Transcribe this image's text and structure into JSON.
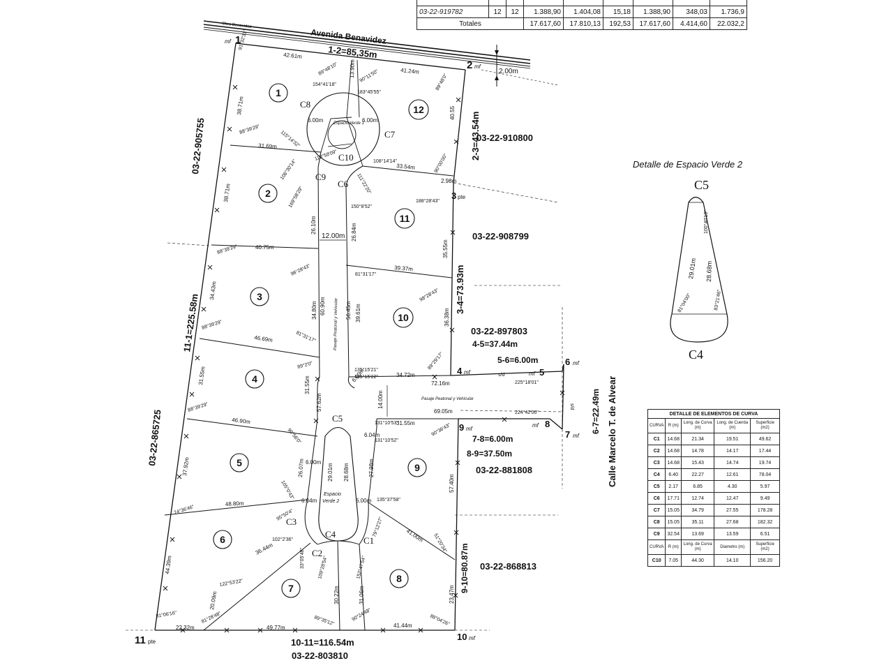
{
  "top_table": {
    "rows": [
      {
        "id": "03-22-919782",
        "a": "12",
        "b": "12",
        "c": "1.388,90",
        "d": "1.404,08",
        "e": "15,18",
        "f": "1.388,90",
        "g": "348,03",
        "h": "1.736,9"
      }
    ],
    "totals": {
      "label": "Totales",
      "c": "17.617,60",
      "d": "17.810,13",
      "e": "192,53",
      "f": "17.617,60",
      "g": "4.414,60",
      "h": "22.032,2"
    }
  },
  "streets": {
    "top_small": "Otea Benavidez",
    "top": "Avenida Benavidez",
    "right": "Calle Marcelo T. de Alvear"
  },
  "measures": {
    "m12": "1-2=85,35m",
    "m23": "2-3=43.54m",
    "m34": "3-4=73.93m",
    "m45": "4-5=37.44m",
    "m56": "5-6=6.00m",
    "m67": "6-7=22.49m",
    "m78": "7-8=6.00m",
    "m89": "8-9=37.50m",
    "m910": "9-10=80.87m",
    "m1011": "10-11=116.54m",
    "m111": "11-1=225.58m",
    "offset": "2.00m"
  },
  "points": {
    "p1": "1",
    "p1s": "mf",
    "p2": "2",
    "p2s": "mf",
    "p3": "3",
    "p3s": "pte",
    "p4": "4",
    "p4s": "mf",
    "p5": "5",
    "p5s": "mf",
    "p6": "6",
    "p6s": "mf",
    "p7": "7",
    "p7s": "mf",
    "p8": "8",
    "p8s": "mf",
    "p9": "9",
    "p9s": "mf",
    "p10": "10",
    "p10s": "mf",
    "p11": "11",
    "p11s": "pte"
  },
  "parcels": {
    "pa_910800": "03-22-910800",
    "pa_908799": "03-22-908799",
    "pa_897803": "03-22-897803",
    "pa_881808": "03-22-881808",
    "pa_868813": "03-22-868813",
    "pa_803810": "03-22-803810",
    "pa_905755": "03-22-905755",
    "pa_865725": "03-22-865725"
  },
  "lots": [
    "1",
    "2",
    "3",
    "4",
    "5",
    "6",
    "7",
    "8",
    "9",
    "10",
    "11",
    "12"
  ],
  "curve_labels": {
    "c1": "C1",
    "c2": "C2",
    "c3": "C3",
    "c4": "C4",
    "c5": "C5",
    "c6": "C6",
    "c7": "C7",
    "c8": "C8",
    "c9": "C9",
    "c10": "C10"
  },
  "labels": {
    "pasaje_v": "Pasaje Peatonal y Vehicular",
    "pasaje_h": "Pasaje Peatonal y Vehicular",
    "ev1": "Espacio Verde 1",
    "ev2a": "Espacio",
    "ev2b": "Verde 2",
    "sd1": "s/d",
    "sd2": "s/d",
    "detail_title": "Detalle de Espacio Verde 2",
    "w12": "12.00m",
    "w14": "14.00m"
  },
  "dims": {
    "d1": "42.61m",
    "d2": "41.24m",
    "d3": "31.69m",
    "d4": "33.54m",
    "d5": "40.75m",
    "d6": "39.37m",
    "d7": "46.69m",
    "d8": "34.72m",
    "d9": "72.16m",
    "d10": "46.90m",
    "d11": "69.05m",
    "d12": "31.55m",
    "d13": "48.80m",
    "d14": "41.00m",
    "d15": "36.44m",
    "d16": "22.32m",
    "d17": "49.77m",
    "d18": "41.44m",
    "v1": "38.71m",
    "v2": "38.71m",
    "v3": "34.43m",
    "v4": "31.55m",
    "v5": "37.92m",
    "v6": "44.39m",
    "v7": "26.10m",
    "v8": "26.84m",
    "v9": "35.55m",
    "v10": "60.90m",
    "v11": "56.45m",
    "v12": "34.80m",
    "v13": "39.61m",
    "v14": "36.38m",
    "v15": "31.55m",
    "v16": "57.62m",
    "v17": "26.07m",
    "v18": "27.98m",
    "v19": "57.40m",
    "v20": "30.22m",
    "v21": "31.06m",
    "v22": "23.47m",
    "v23": "20.09m",
    "v24": "40.55",
    "v25": "13.90m",
    "v26": "6.00m",
    "v27": "6.04m",
    "v28": "6.00m",
    "v29": "29.01m",
    "v30": "28.68m",
    "v31": "6.04m",
    "v32": "6.00m",
    "v33": "2.98m",
    "v34": "6.00m",
    "v35": "6.00m"
  },
  "angles": {
    "a1": "91°32'31\"",
    "a2": "89°48'10\"",
    "a3": "154°41'18\"",
    "a4": "90°11'50\"",
    "a5": "183°45'55\"",
    "a6": "89°48'0\"",
    "a7": "115°14'32\"",
    "a8": "108°30'14\"",
    "a9": "113°58'09\"",
    "a10": "108°14'14\"",
    "a11": "90°00'00\"",
    "a12": "111°22'20\"",
    "a13": "169°58'29\"",
    "a14": "150°8'52\"",
    "a15": "188°28'43\"",
    "a16": "88°39'29\"",
    "a17": "98°28'43\"",
    "a18": "81°31'17\"",
    "a19": "98°28'43\"",
    "a20": "88°39'29\"",
    "a21": "81°31'17\"",
    "a22": "89°2'0\"",
    "a23": "135°15'21\"",
    "a24": "135°15'22\"",
    "a25": "89°29'17\"",
    "a26": "225°18'01\"",
    "a27": "88°39'29\"",
    "a28": "90°56'0\"",
    "a29": "131°10'53\"",
    "a30": "131°10'52\"",
    "a31": "90°36'43\"",
    "a32": "224°42'00\"",
    "a33": "105°0'43\"",
    "a34": "135°37'58\"",
    "a35": "74°36'46\"",
    "a36": "95°50'4\"",
    "a37": "102°2'36\"",
    "a38": "79°12'27\"",
    "a39": "51°20'34\"",
    "a40": "109°28'54\"",
    "a41": "152°47'54\"",
    "a42": "122°53'22\"",
    "a43": "81°06'16\"",
    "a44": "81°28'48\"",
    "a45": "89°35'12\"",
    "a46": "90°24'48\"",
    "a47": "88°04'26\"",
    "a48": "88°39'29\"",
    "a49": "33°05'48\"",
    "a50": "100°40'10\"",
    "a51": "81°04'00\"",
    "a52": "83°21'46\""
  },
  "detail": {
    "c5": "C5",
    "c4": "C4",
    "len1": "29.01m",
    "len2": "28.68m",
    "ang1": "100°40'10\"",
    "ang2": "81°04'00\"",
    "ang3": "83°21'46\""
  },
  "curve_table": {
    "title": "DETALLE DE ELEMENTOS DE CURVA",
    "headers": [
      "CURVA",
      "R (m)",
      "Long. de Curva (m)",
      "Long. de Cuerda (m)",
      "Superficie (m2)"
    ],
    "rows": [
      [
        "C1",
        "14.68",
        "21.34",
        "19.51",
        "49.62"
      ],
      [
        "C2",
        "14.68",
        "14.78",
        "14.17",
        "17.44"
      ],
      [
        "C3",
        "14.68",
        "15.43",
        "14.74",
        "19.74"
      ],
      [
        "C4",
        "6.40",
        "22.27",
        "12.61",
        "78.04"
      ],
      [
        "C5",
        "2.17",
        "6.85",
        "4.30",
        "5.97"
      ],
      [
        "C6",
        "17.71",
        "12.74",
        "12.47",
        "9.49"
      ],
      [
        "C7",
        "15.05",
        "34.79",
        "27.55",
        "178.28"
      ],
      [
        "C8",
        "15.05",
        "35.11",
        "27.68",
        "182.32"
      ],
      [
        "C9",
        "32.54",
        "13.69",
        "13.59",
        "6.51"
      ]
    ],
    "headers2": [
      "CURVA",
      "R (m)",
      "Long. de Curva (m)",
      "Diametro (m)",
      "Superficie (m2)"
    ],
    "rows2": [
      [
        "C10",
        "7.05",
        "44.30",
        "14.10",
        "156.20"
      ]
    ]
  }
}
